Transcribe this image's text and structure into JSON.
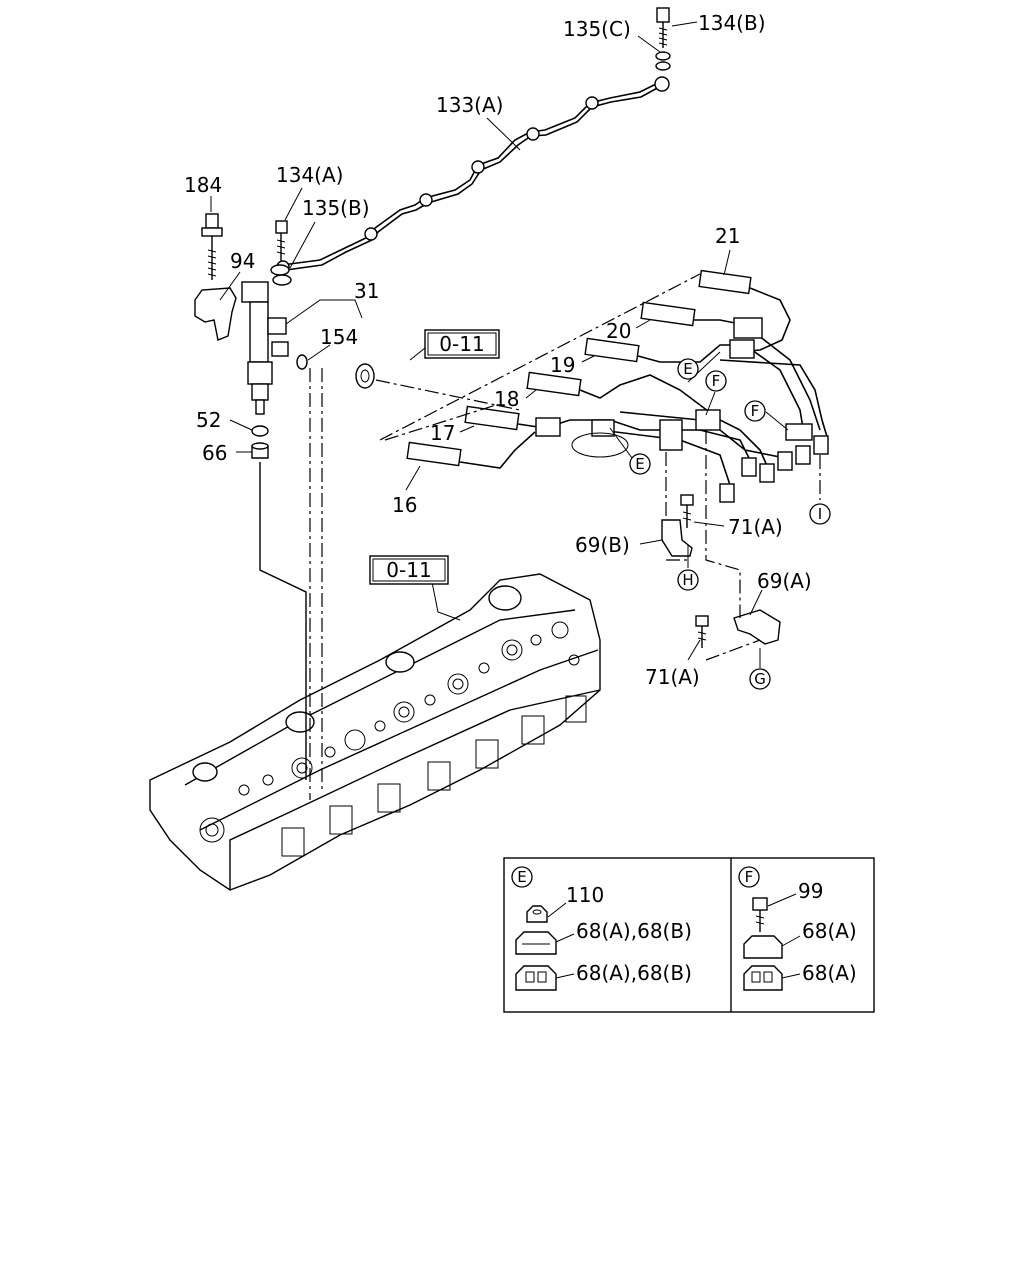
{
  "callouts": {
    "c135c": "135(C)",
    "c134b": "134(B)",
    "c133a": "133(A)",
    "c184": "184",
    "c134a": "134(A)",
    "c135b": "135(B)",
    "c94": "94",
    "c31": "31",
    "c154": "154",
    "c52": "52",
    "c66": "66",
    "c21": "21",
    "c20": "20",
    "c19": "19",
    "c18": "18",
    "c17": "17",
    "c16": "16",
    "c69b": "69(B)",
    "c71a_top": "71(A)",
    "c69a": "69(A)",
    "c71a_bottom": "71(A)"
  },
  "refs": {
    "ref_top": "0-11",
    "ref_mid": "0-11"
  },
  "circles": {
    "e_main": "E",
    "e_lower": "E",
    "f_main": "F",
    "f_side": "F",
    "h": "H",
    "g": "G",
    "i": "I"
  },
  "detail_e": {
    "letter": "E",
    "part_110": "110",
    "line1": "68(A),68(B)",
    "line2": "68(A),68(B)"
  },
  "detail_f": {
    "letter": "F",
    "part_99": "99",
    "line1": "68(A)",
    "line2": "68(A)"
  }
}
